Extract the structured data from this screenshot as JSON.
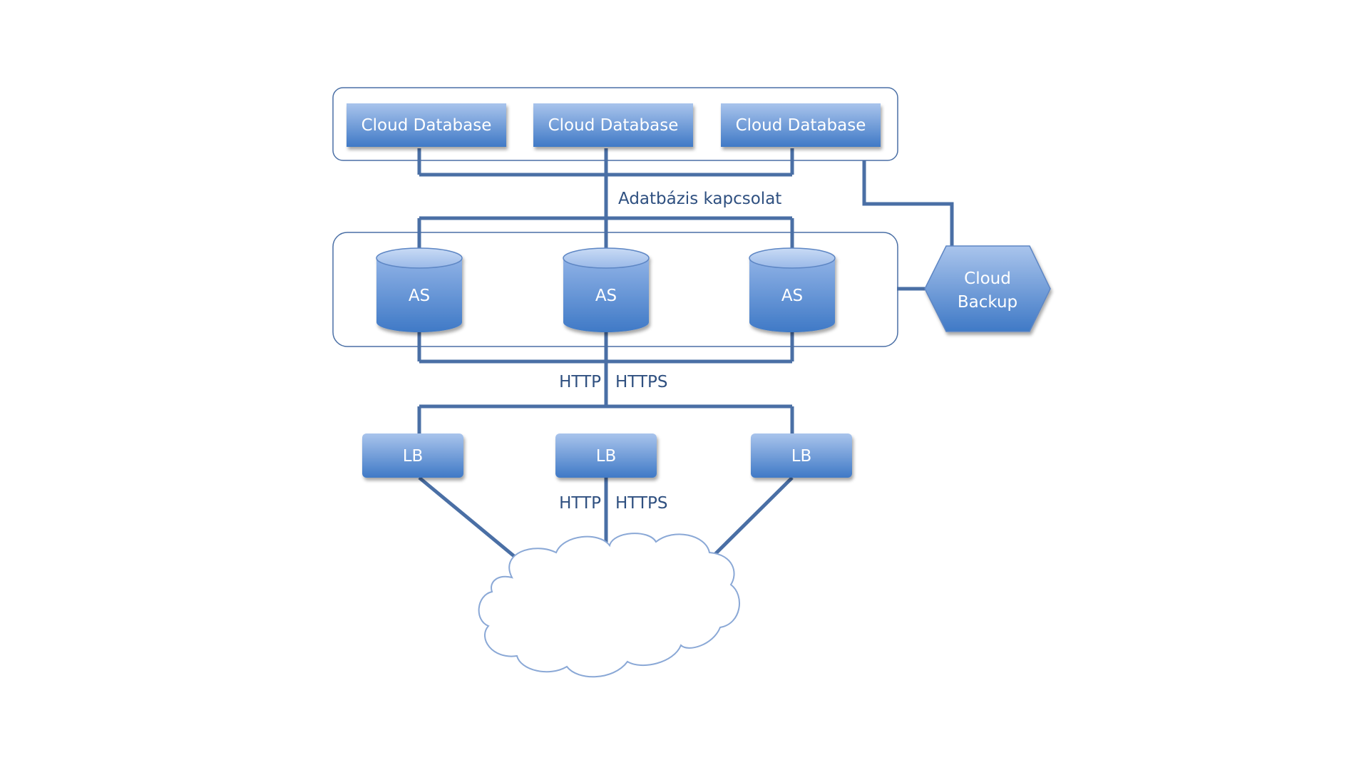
{
  "diagram": {
    "database_tier": {
      "databases": [
        {
          "label": "Cloud Database"
        },
        {
          "label": "Cloud Database"
        },
        {
          "label": "Cloud Database"
        }
      ]
    },
    "db_connection_label": "Adatbázis kapcsolat",
    "app_tier": {
      "servers": [
        {
          "label": "AS"
        },
        {
          "label": "AS"
        },
        {
          "label": "AS"
        }
      ]
    },
    "backup": {
      "label_line1": "Cloud",
      "label_line2": "Backup"
    },
    "as_lb_link": {
      "left": "HTTP",
      "right": "HTTPS"
    },
    "lb_tier": {
      "balancers": [
        {
          "label": "LB"
        },
        {
          "label": "LB"
        },
        {
          "label": "LB"
        }
      ]
    },
    "lb_cloud_link": {
      "left": "HTTP",
      "right": "HTTPS"
    }
  },
  "colors": {
    "line": "#4a6fa5",
    "node_top": "#a9c4ec",
    "node_bottom": "#3f79c6",
    "container_border": "#4a6fa5",
    "label_text": "#2f5080",
    "cloud_border": "#8aa8d6"
  }
}
